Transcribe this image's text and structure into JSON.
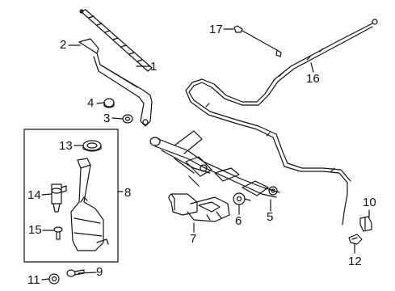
{
  "diagram": {
    "callouts": [
      {
        "id": "c1",
        "text": "1"
      },
      {
        "id": "c2",
        "text": "2"
      },
      {
        "id": "c3",
        "text": "3"
      },
      {
        "id": "c4",
        "text": "4"
      },
      {
        "id": "c5",
        "text": "5"
      },
      {
        "id": "c6",
        "text": "6"
      },
      {
        "id": "c7",
        "text": "7"
      },
      {
        "id": "c8",
        "text": "8"
      },
      {
        "id": "c9",
        "text": "9"
      },
      {
        "id": "c10",
        "text": "10"
      },
      {
        "id": "c11",
        "text": "11"
      },
      {
        "id": "c12",
        "text": "12"
      },
      {
        "id": "c13",
        "text": "13"
      },
      {
        "id": "c14",
        "text": "14"
      },
      {
        "id": "c15",
        "text": "15"
      },
      {
        "id": "c16",
        "text": "16"
      },
      {
        "id": "c17",
        "text": "17"
      }
    ],
    "colors": {
      "line": "#111111",
      "background": "#ffffff"
    }
  }
}
